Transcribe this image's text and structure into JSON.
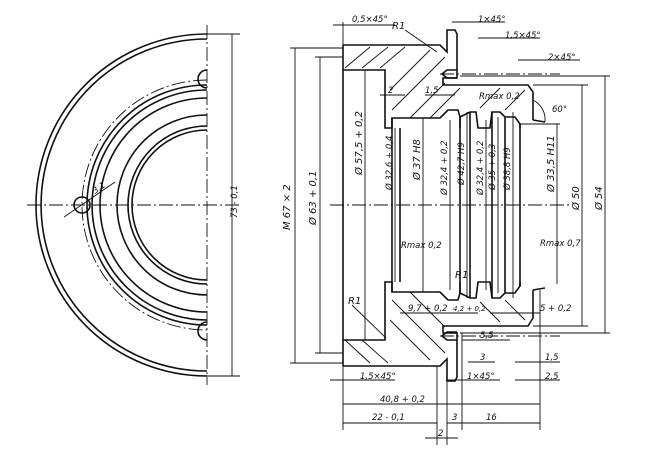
{
  "drawing": {
    "type": "mechanical part drawing",
    "views": [
      "front half-view",
      "sectional side view"
    ],
    "front_view": {
      "labels": {
        "hole_dia": "3,1",
        "outer_dim": "73 - 0,1"
      }
    },
    "section_view": {
      "chamfers": {
        "top_left": "0,5×45°",
        "top_flange": "1×45°",
        "top_mid": "1,5×45°",
        "top_right": "2×45°",
        "bottom_left": "1,5×45°",
        "bottom_flange": "1×45°"
      },
      "radii": {
        "top_r1": "R1",
        "rmax_top": "Rmax 0,2",
        "rmax_bottom": "Rmax 0,2",
        "r1_groove": "R1",
        "r1_left": "R1",
        "rmax_right": "Rmax 0,7"
      },
      "angle": "60°",
      "diameters": [
        "M 67 × 2",
        "Ø 63 + 0,1",
        "Ø 57,5 + 0,2",
        "Ø 32,6 + 0,4",
        "Ø 37 H8",
        "Ø 32,4 + 0,2",
        "Ø 42,7 H9",
        "Ø 32,4 + 0,2",
        "Ø 35 + 0,3",
        "Ø 38,8 H9",
        "Ø 33,5 H11",
        "Ø 50",
        "Ø 54"
      ],
      "lengths": {
        "step_2": "2",
        "step_1_5": "1,5",
        "len_9_7": "9,7 + 0,2",
        "len_4_2": "4,2 + 0,2",
        "len_5": "5 + 0,2",
        "len_5_5": "5,5",
        "len_3_inner": "3",
        "len_1_5_right": "1,5",
        "len_2_5": "2,5",
        "total": "40,8 + 0,2",
        "len_22": "22 - 0,1",
        "len_3": "3",
        "len_16": "16",
        "len_2_flange": "2"
      }
    }
  }
}
